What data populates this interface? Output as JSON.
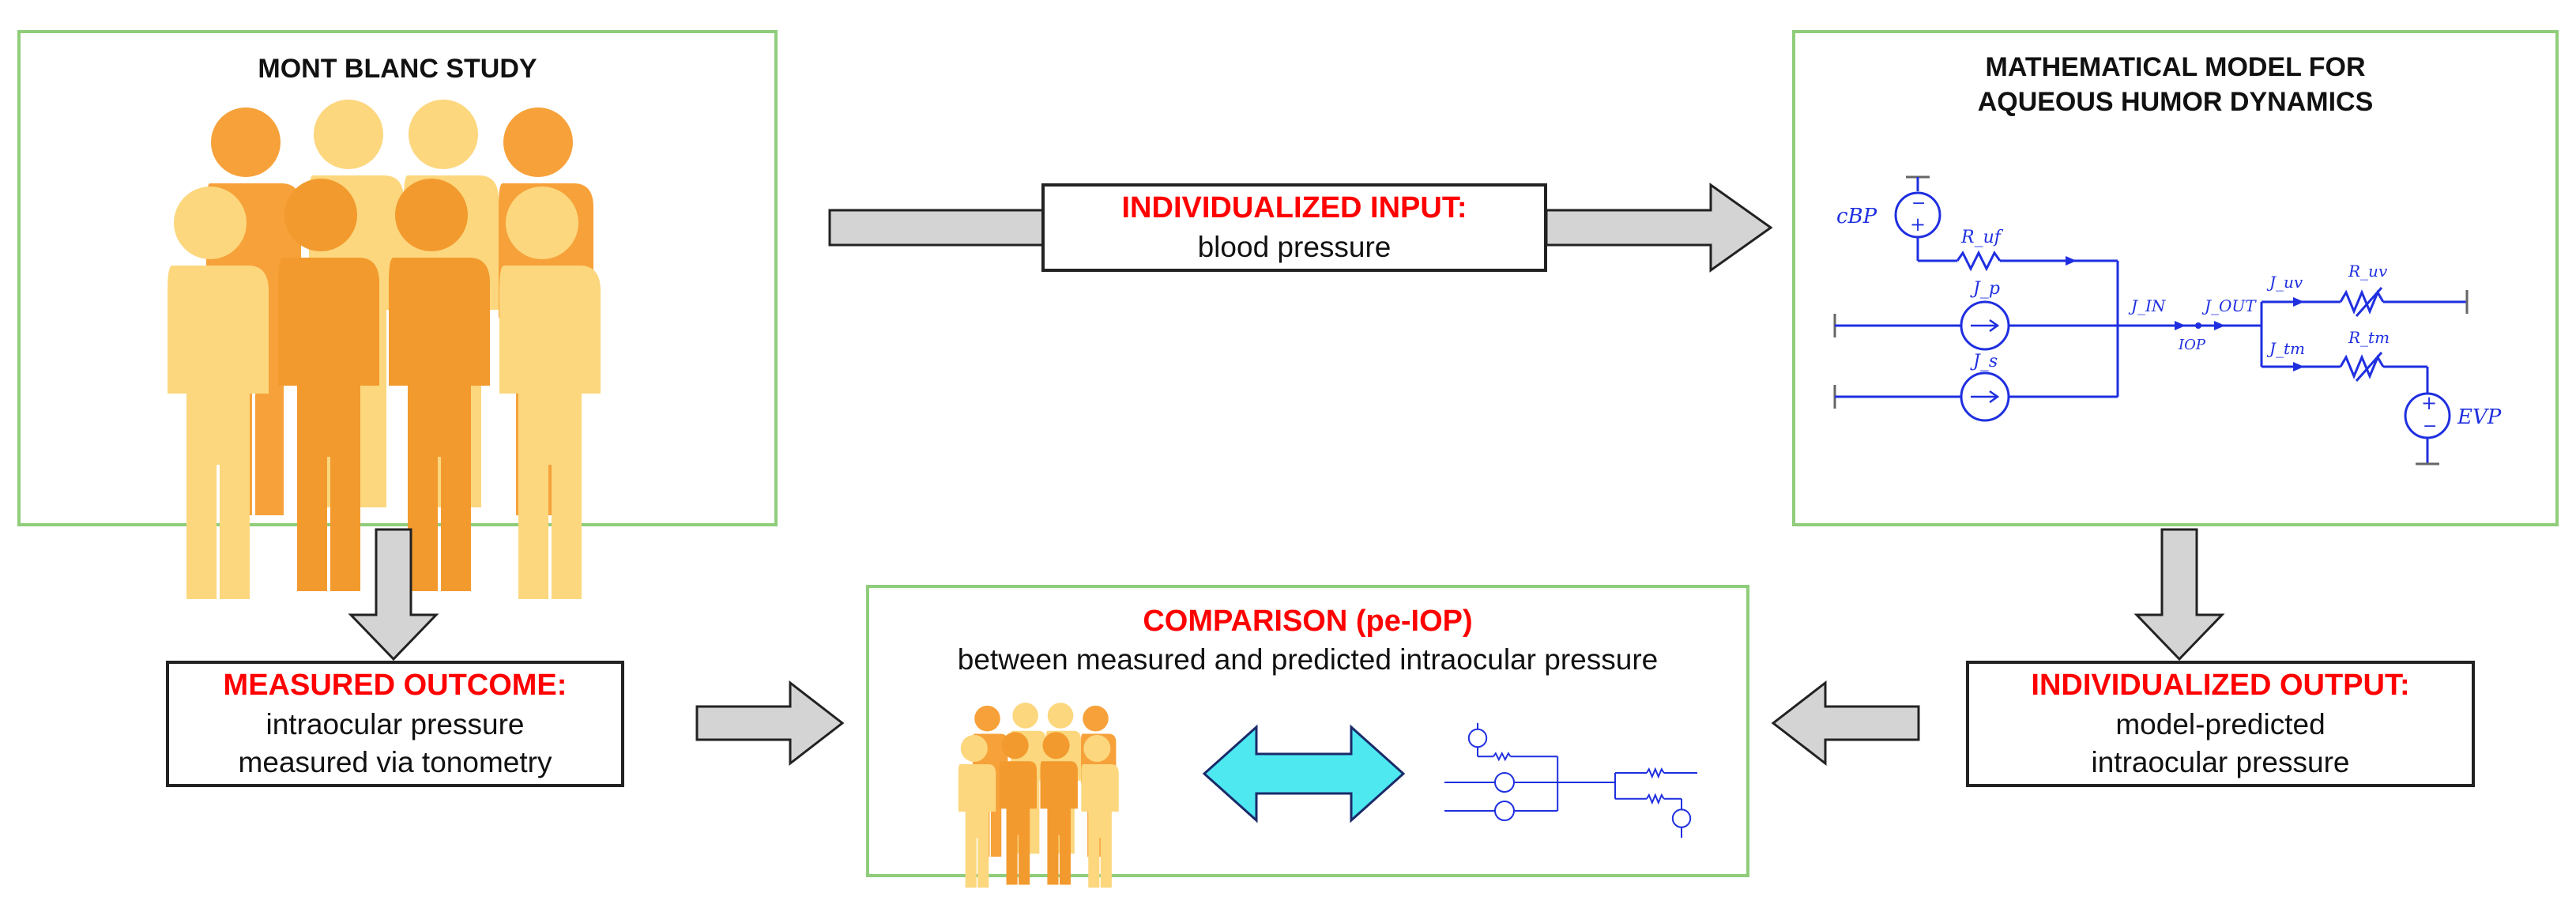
{
  "study": {
    "title": "MONT BLANC STUDY"
  },
  "model": {
    "title_line1": "MATHEMATICAL MODEL FOR",
    "title_line2": "AQUEOUS HUMOR DYNAMICS",
    "circuit": {
      "cbp": "cBP",
      "r_uf": "R_uf",
      "j_p": "J_p",
      "j_s": "J_s",
      "j_in": "J_IN",
      "j_out": "J_OUT",
      "iop": "IOP",
      "j_uv": "J_uv",
      "r_uv": "R_uv",
      "j_tm": "J_tm",
      "r_tm": "R_tm",
      "evp": "EVP"
    }
  },
  "input_box": {
    "label": "INDIVIDUALIZED INPUT:",
    "text": "blood pressure"
  },
  "measured_box": {
    "label": "MEASURED OUTCOME:",
    "line1": "intraocular pressure",
    "line2": "measured via tonometry"
  },
  "comparison": {
    "label": "COMPARISON (pe-IOP)",
    "text": "between measured and predicted intraocular pressure"
  },
  "output_box": {
    "label": "INDIVIDUALIZED OUTPUT:",
    "line1": "model-predicted",
    "line2": "intraocular pressure"
  },
  "colors": {
    "panel_border": "#8fcd7a",
    "label_red": "#ff0000",
    "circuit_blue": "#1f2fe0",
    "arrow_gray": "#d4d4d4",
    "double_arrow": "#4de8f0"
  }
}
